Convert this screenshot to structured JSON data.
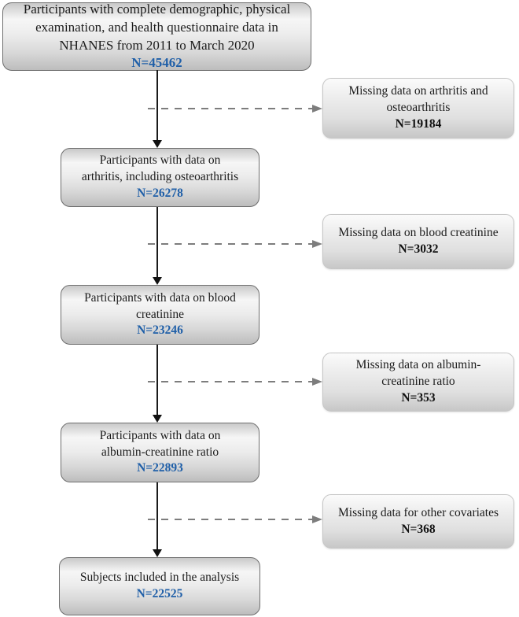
{
  "colors": {
    "n_value_blue": "#1f5fa8",
    "n_value_black": "#111111",
    "solid_arrow": "#1a1a1a",
    "dashed_arrow": "#7d7d7d",
    "main_box_border": "#6f6f6f",
    "exclusion_box_border": "#c6c6c6"
  },
  "flowchart": {
    "main_boxes": [
      {
        "label": "Participants with complete demographic, physical\nexamination, and health questionnaire data in\nNHANES from 2011 to March 2020",
        "n": "N=45462"
      },
      {
        "label": "Participants with data on\narthritis, including osteoarthritis",
        "n": "N=26278"
      },
      {
        "label": "Participants with data on blood\ncreatinine",
        "n": "N=23246"
      },
      {
        "label": "Participants with data on\nalbumin-creatinine ratio",
        "n": "N=22893"
      },
      {
        "label": "Subjects included in the analysis",
        "n": "N=22525"
      }
    ],
    "exclusion_boxes": [
      {
        "label": "Missing data on arthritis and\nosteoarthritis",
        "n": "N=19184"
      },
      {
        "label": "Missing data on blood creatinine",
        "n": "N=3032"
      },
      {
        "label": "Missing data on albumin-\ncreatinine ratio",
        "n": "N=353"
      },
      {
        "label": "Missing data for other covariates",
        "n": "N=368"
      }
    ]
  }
}
